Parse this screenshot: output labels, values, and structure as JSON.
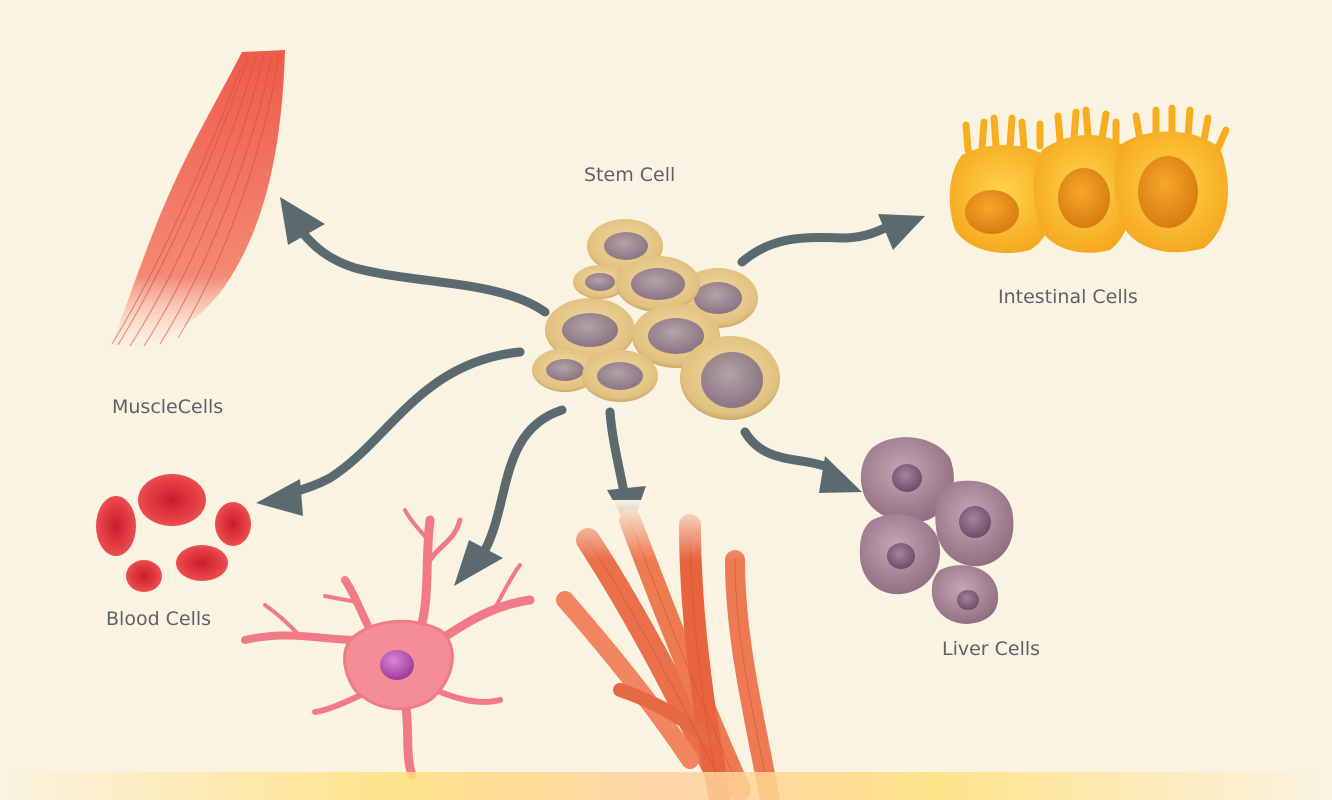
{
  "labels": {
    "stem": "Stem Cell",
    "intestinal": "Intestinal Cells",
    "muscle": "MuscleCells",
    "blood": "Blood Cells",
    "liver": "Liver Cells"
  },
  "colors": {
    "background": "#fbf3e2",
    "arrow": "#5b6a6e",
    "label_text": "#5e6266",
    "stem_cell": "#e8cc8e",
    "muscle": "#f06a55",
    "intestinal": "#f8b323",
    "blood": "#e2323c",
    "neuron": "#f07b86",
    "liver": "#a37c90",
    "smooth_muscle": "#e9704a"
  }
}
